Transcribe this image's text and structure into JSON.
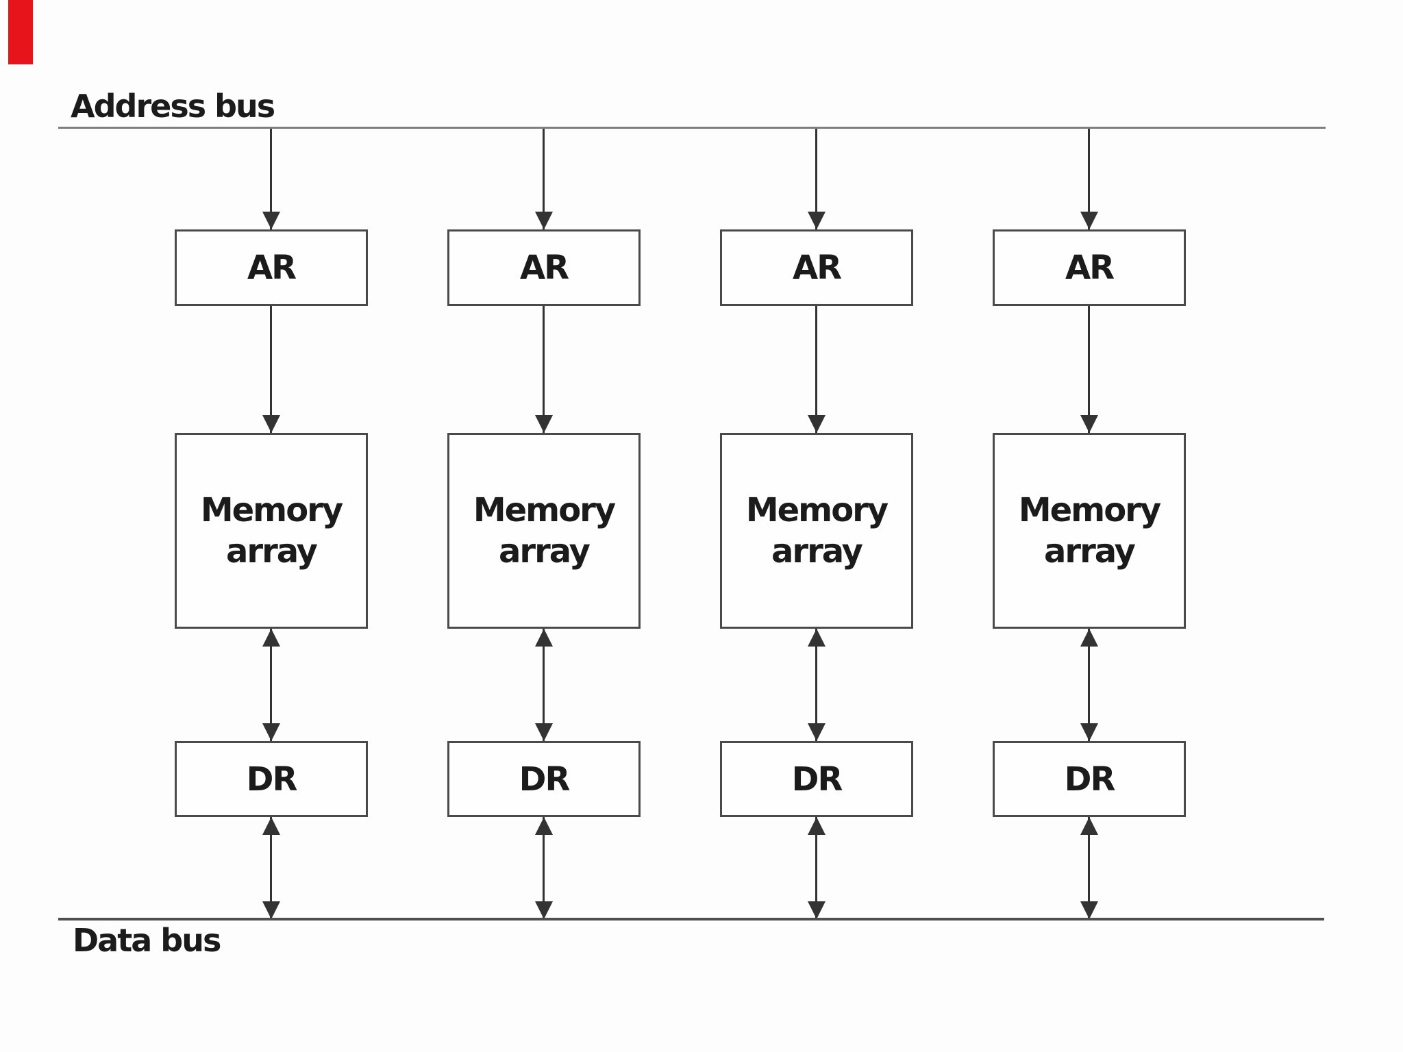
{
  "diagram": {
    "address_bus_label": "Address bus",
    "data_bus_label": "Data bus",
    "banks": [
      {
        "ar": "AR",
        "memory_line1": "Memory",
        "memory_line2": "array",
        "dr": "DR"
      },
      {
        "ar": "AR",
        "memory_line1": "Memory",
        "memory_line2": "array",
        "dr": "DR"
      },
      {
        "ar": "AR",
        "memory_line1": "Memory",
        "memory_line2": "array",
        "dr": "DR"
      },
      {
        "ar": "AR",
        "memory_line1": "Memory",
        "memory_line2": "array",
        "dr": "DR"
      }
    ],
    "colors": {
      "red_marker": "#e8141c",
      "bus_line": "#7e7e7e",
      "data_bus_line": "#4f4f4f",
      "arrow": "#333333",
      "box_border": "#4a4a4a",
      "text": "#1b1b1b",
      "background": "#fdfdfd"
    }
  }
}
